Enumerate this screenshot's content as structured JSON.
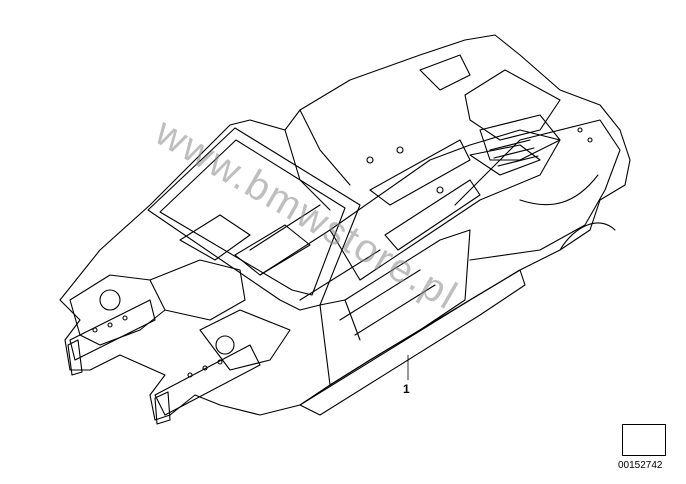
{
  "diagram": {
    "callout_label": "1",
    "diagram_number": "00152742",
    "watermark_text": "www.bmwstore.pl"
  },
  "icons": {
    "nav": "arrow-down-left-icon"
  },
  "colors": {
    "line": "#000000",
    "watermark": "#8a8a8a",
    "background": "#ffffff"
  }
}
